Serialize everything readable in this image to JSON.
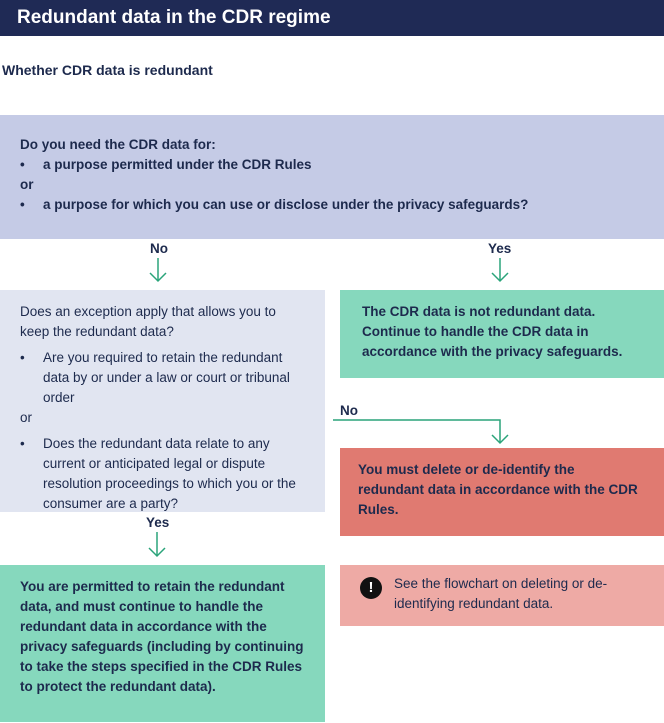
{
  "header": {
    "title": "Redundant data in the CDR regime"
  },
  "subtitle": "Whether CDR data is redundant",
  "question1": {
    "text": "Do you need the CDR data for:",
    "bullet1": "a purpose permitted under the CDR Rules",
    "or": "or",
    "bullet2": "a purpose for which you can use or disclose under the privacy safeguards?"
  },
  "labels": {
    "no1": "No",
    "yes1": "Yes",
    "no2": "No",
    "yes2": "Yes"
  },
  "question2": {
    "text": "Does an exception apply that allows you to keep the redundant data?",
    "bullet1": "Are you required to retain the redundant data by or under a law or court or tribunal order",
    "or": "or",
    "bullet2": "Does the redundant data relate to any current or anticipated legal or dispute resolution proceedings to which you or the consumer are a party?"
  },
  "result_not_redundant": "The CDR data is not redundant data. Continue to handle the CDR data in accordance with the privacy safeguards.",
  "result_delete": "You must delete or de-identify the redundant data in accordance with the CDR Rules.",
  "result_retain": "You are permitted to retain the redundant data, and must continue to handle the redundant data in accordance with the privacy safeguards (including by continuing to take the steps specified in the CDR Rules to protect the redundant data).",
  "note": {
    "icon": "exclamation-icon",
    "text": "See the flowchart on deleting or de-identifying redundant data."
  },
  "colors": {
    "header": "#1f2a55",
    "question": "#c5cbe6",
    "exception": "#e1e5f1",
    "green": "#86d8bd",
    "red": "#e07a71",
    "pink": "#eeaaa5",
    "arrow": "#2aa47a"
  }
}
